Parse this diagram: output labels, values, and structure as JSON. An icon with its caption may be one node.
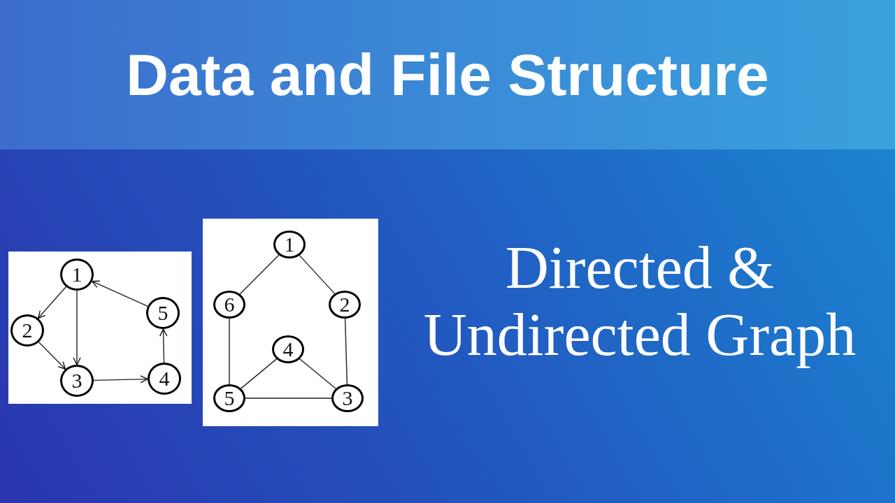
{
  "diagram": {
    "title": "Data and File Structure",
    "nodes": [
      {
        "text": [],
        "shape": "box"
      },
      {
        "text": [
          "1"
        ],
        "in": 0
      },
      {
        "text": [
          "2"
        ],
        "in": 0
      },
      {
        "text": [
          "3"
        ],
        "in": 0
      },
      {
        "text": [
          "4"
        ],
        "in": 0
      },
      {
        "text": [
          "5"
        ],
        "in": 0
      },
      {
        "text": [],
        "shape": "box"
      },
      {
        "text": [
          "1"
        ],
        "in": 6
      },
      {
        "text": [
          "6"
        ],
        "in": 6
      },
      {
        "text": [
          "2"
        ],
        "in": 6
      },
      {
        "text": [
          "4"
        ],
        "in": 6
      },
      {
        "text": [
          "5"
        ],
        "in": 6
      },
      {
        "text": [
          "3"
        ],
        "in": 6
      }
    ],
    "edges": [
      {
        "from": 1,
        "to": 2,
        "arrow": "to"
      },
      {
        "from": 1,
        "to": 3,
        "arrow": "to"
      },
      {
        "from": 2,
        "to": 3,
        "arrow": "to"
      },
      {
        "from": 3,
        "to": 4,
        "arrow": "to"
      },
      {
        "from": 4,
        "to": 5,
        "arrow": "to"
      },
      {
        "from": 5,
        "to": 1,
        "arrow": "to"
      },
      {
        "from": 7,
        "to": 8,
        "arrow": "none"
      },
      {
        "from": 7,
        "to": 9,
        "arrow": "none"
      },
      {
        "from": 8,
        "to": 11,
        "arrow": "none"
      },
      {
        "from": 9,
        "to": 12,
        "arrow": "none"
      },
      {
        "from": 10,
        "to": 11,
        "arrow": "none"
      },
      {
        "from": 10,
        "to": 12,
        "arrow": "none"
      },
      {
        "from": 11,
        "to": 12,
        "arrow": "none"
      }
    ],
    "labels": [
      "Directed & Undirected Graph"
    ]
  }
}
